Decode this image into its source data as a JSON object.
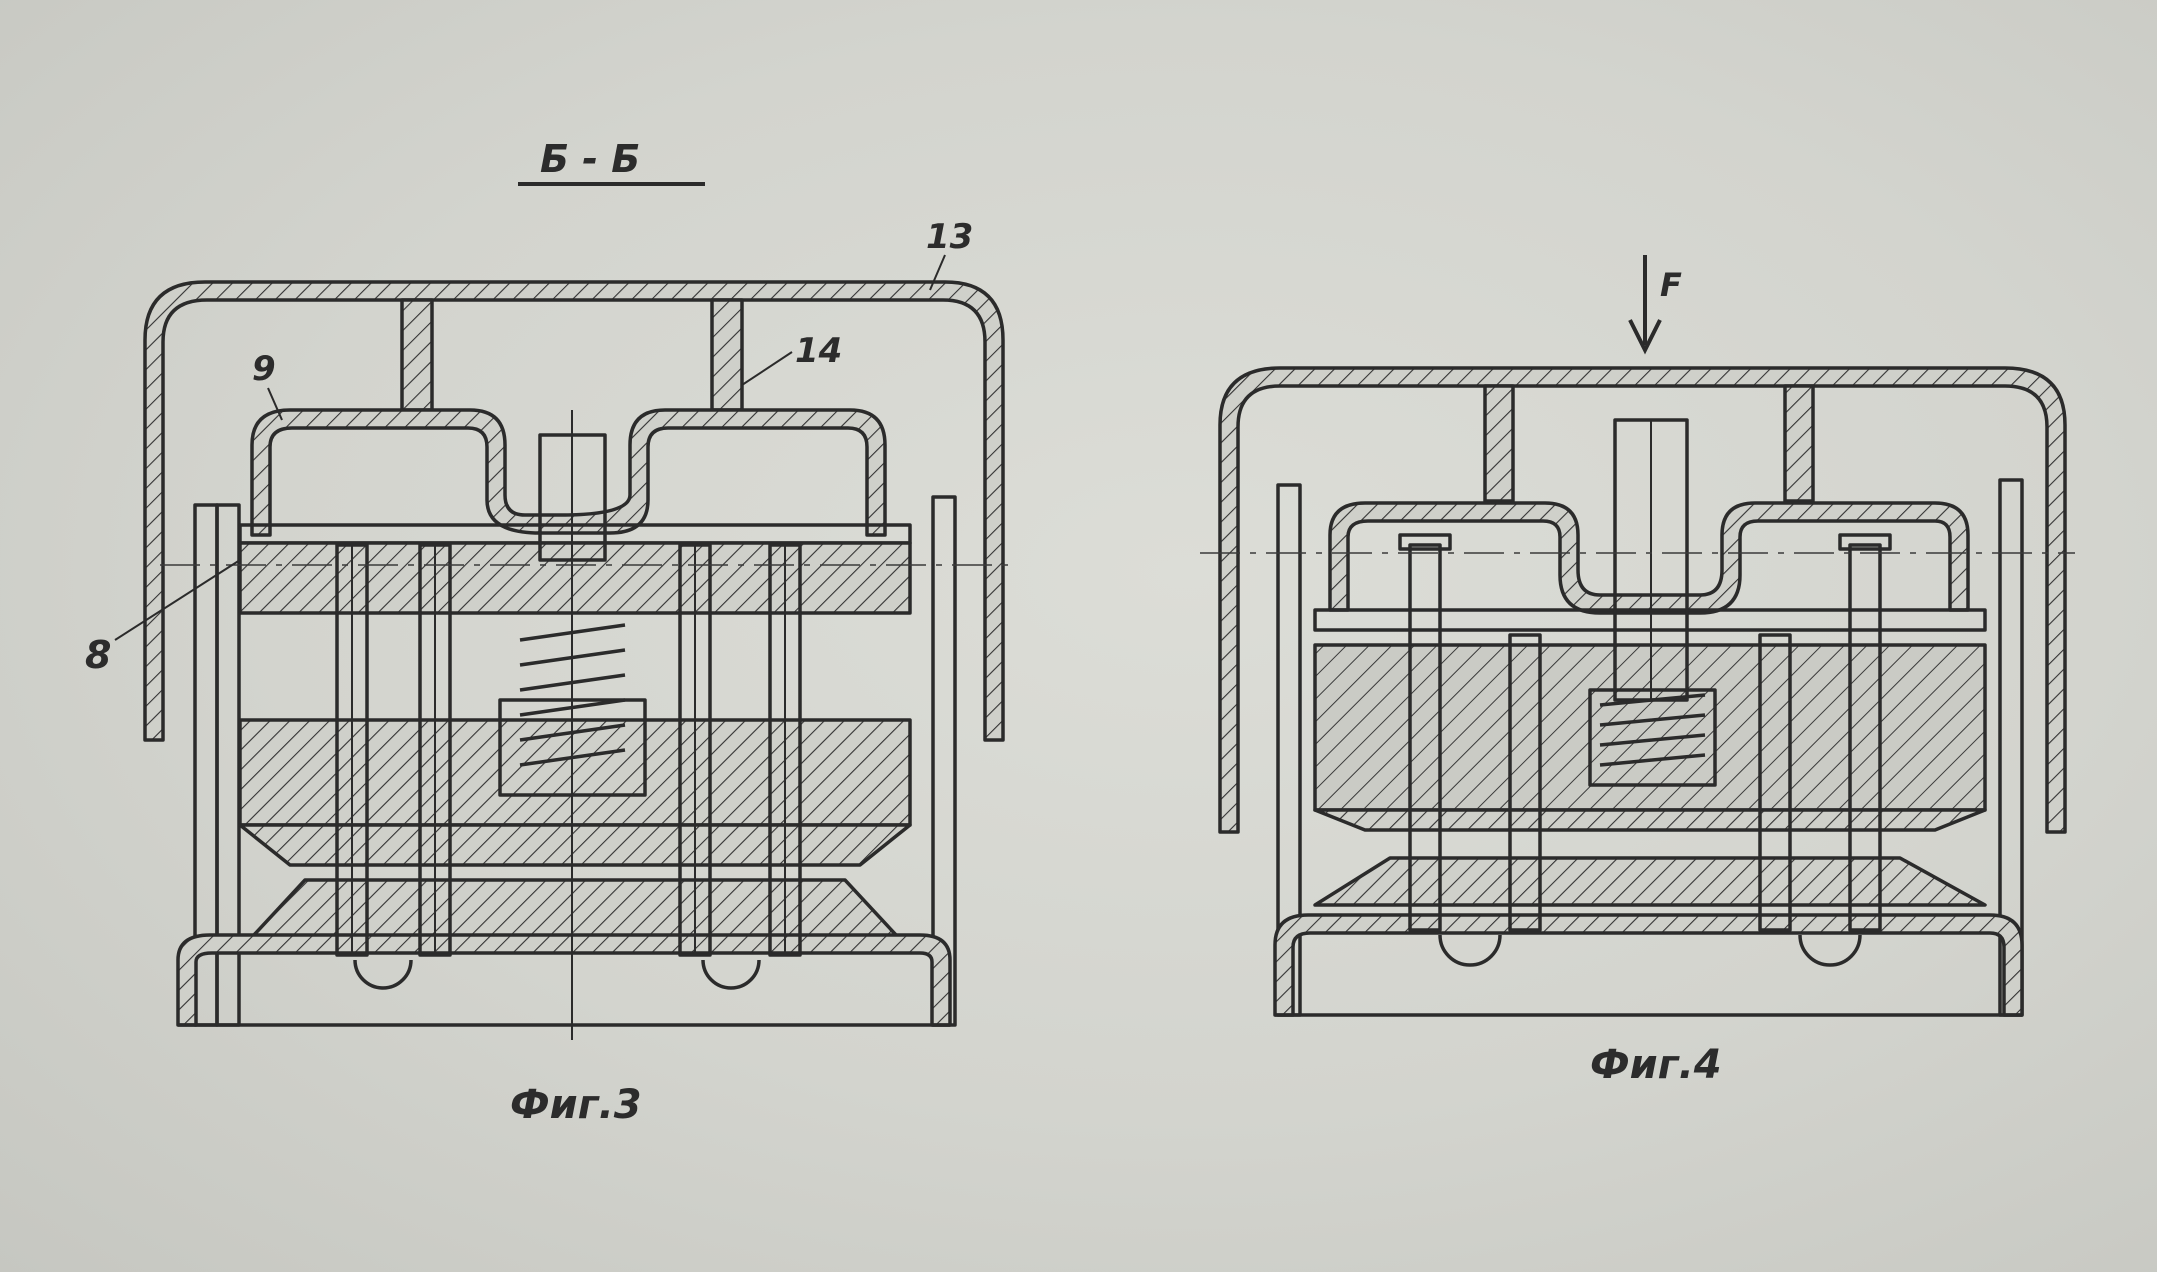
{
  "section_label": "Б - Б",
  "figures": [
    {
      "caption": "Фиг.3",
      "callouts": [
        "13",
        "14",
        "9",
        "8"
      ]
    },
    {
      "caption": "Фиг.4",
      "force_label": "F"
    }
  ],
  "colors": {
    "paper": "#d4d5cf",
    "ink": "#2b2b2b"
  }
}
